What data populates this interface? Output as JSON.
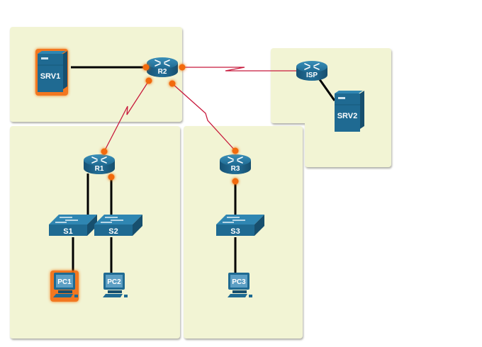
{
  "colors": {
    "zone_fill": "#f2f4d4",
    "zone_shadow": "#b9b9b0",
    "device_blue": "#1f6a92",
    "device_blue_dark": "#174f6e",
    "device_blue_light": "#2c82ad",
    "ethernet_link": "#000000",
    "serial_link": "#c8193c",
    "port_dot": "#f26b0f",
    "highlight": "#f26b0f"
  },
  "devices": [
    {
      "id": "SRV1",
      "label": "SRV1",
      "type": "server",
      "highlighted": true
    },
    {
      "id": "R2",
      "label": "R2",
      "type": "router",
      "highlighted": false
    },
    {
      "id": "ISP",
      "label": "ISP",
      "type": "router",
      "highlighted": false
    },
    {
      "id": "SRV2",
      "label": "SRV2",
      "type": "server",
      "highlighted": false
    },
    {
      "id": "R1",
      "label": "R1",
      "type": "router",
      "highlighted": false
    },
    {
      "id": "R3",
      "label": "R3",
      "type": "router",
      "highlighted": false
    },
    {
      "id": "S1",
      "label": "S1",
      "type": "switch",
      "highlighted": false
    },
    {
      "id": "S2",
      "label": "S2",
      "type": "switch",
      "highlighted": false
    },
    {
      "id": "S3",
      "label": "S3",
      "type": "switch",
      "highlighted": false
    },
    {
      "id": "PC1",
      "label": "PC1",
      "type": "pc",
      "highlighted": true
    },
    {
      "id": "PC2",
      "label": "PC2",
      "type": "pc",
      "highlighted": false
    },
    {
      "id": "PC3",
      "label": "PC3",
      "type": "pc",
      "highlighted": false
    }
  ],
  "links": [
    {
      "from": "SRV1",
      "to": "R2",
      "type": "ethernet"
    },
    {
      "from": "R2",
      "to": "ISP",
      "type": "serial"
    },
    {
      "from": "ISP",
      "to": "SRV2",
      "type": "ethernet"
    },
    {
      "from": "R2",
      "to": "R1",
      "type": "serial"
    },
    {
      "from": "R2",
      "to": "R3",
      "type": "serial"
    },
    {
      "from": "R1",
      "to": "S1",
      "type": "ethernet"
    },
    {
      "from": "R1",
      "to": "S2",
      "type": "ethernet"
    },
    {
      "from": "R3",
      "to": "S3",
      "type": "ethernet"
    },
    {
      "from": "S1",
      "to": "PC1",
      "type": "ethernet"
    },
    {
      "from": "S2",
      "to": "PC2",
      "type": "ethernet"
    },
    {
      "from": "S3",
      "to": "PC3",
      "type": "ethernet"
    }
  ]
}
